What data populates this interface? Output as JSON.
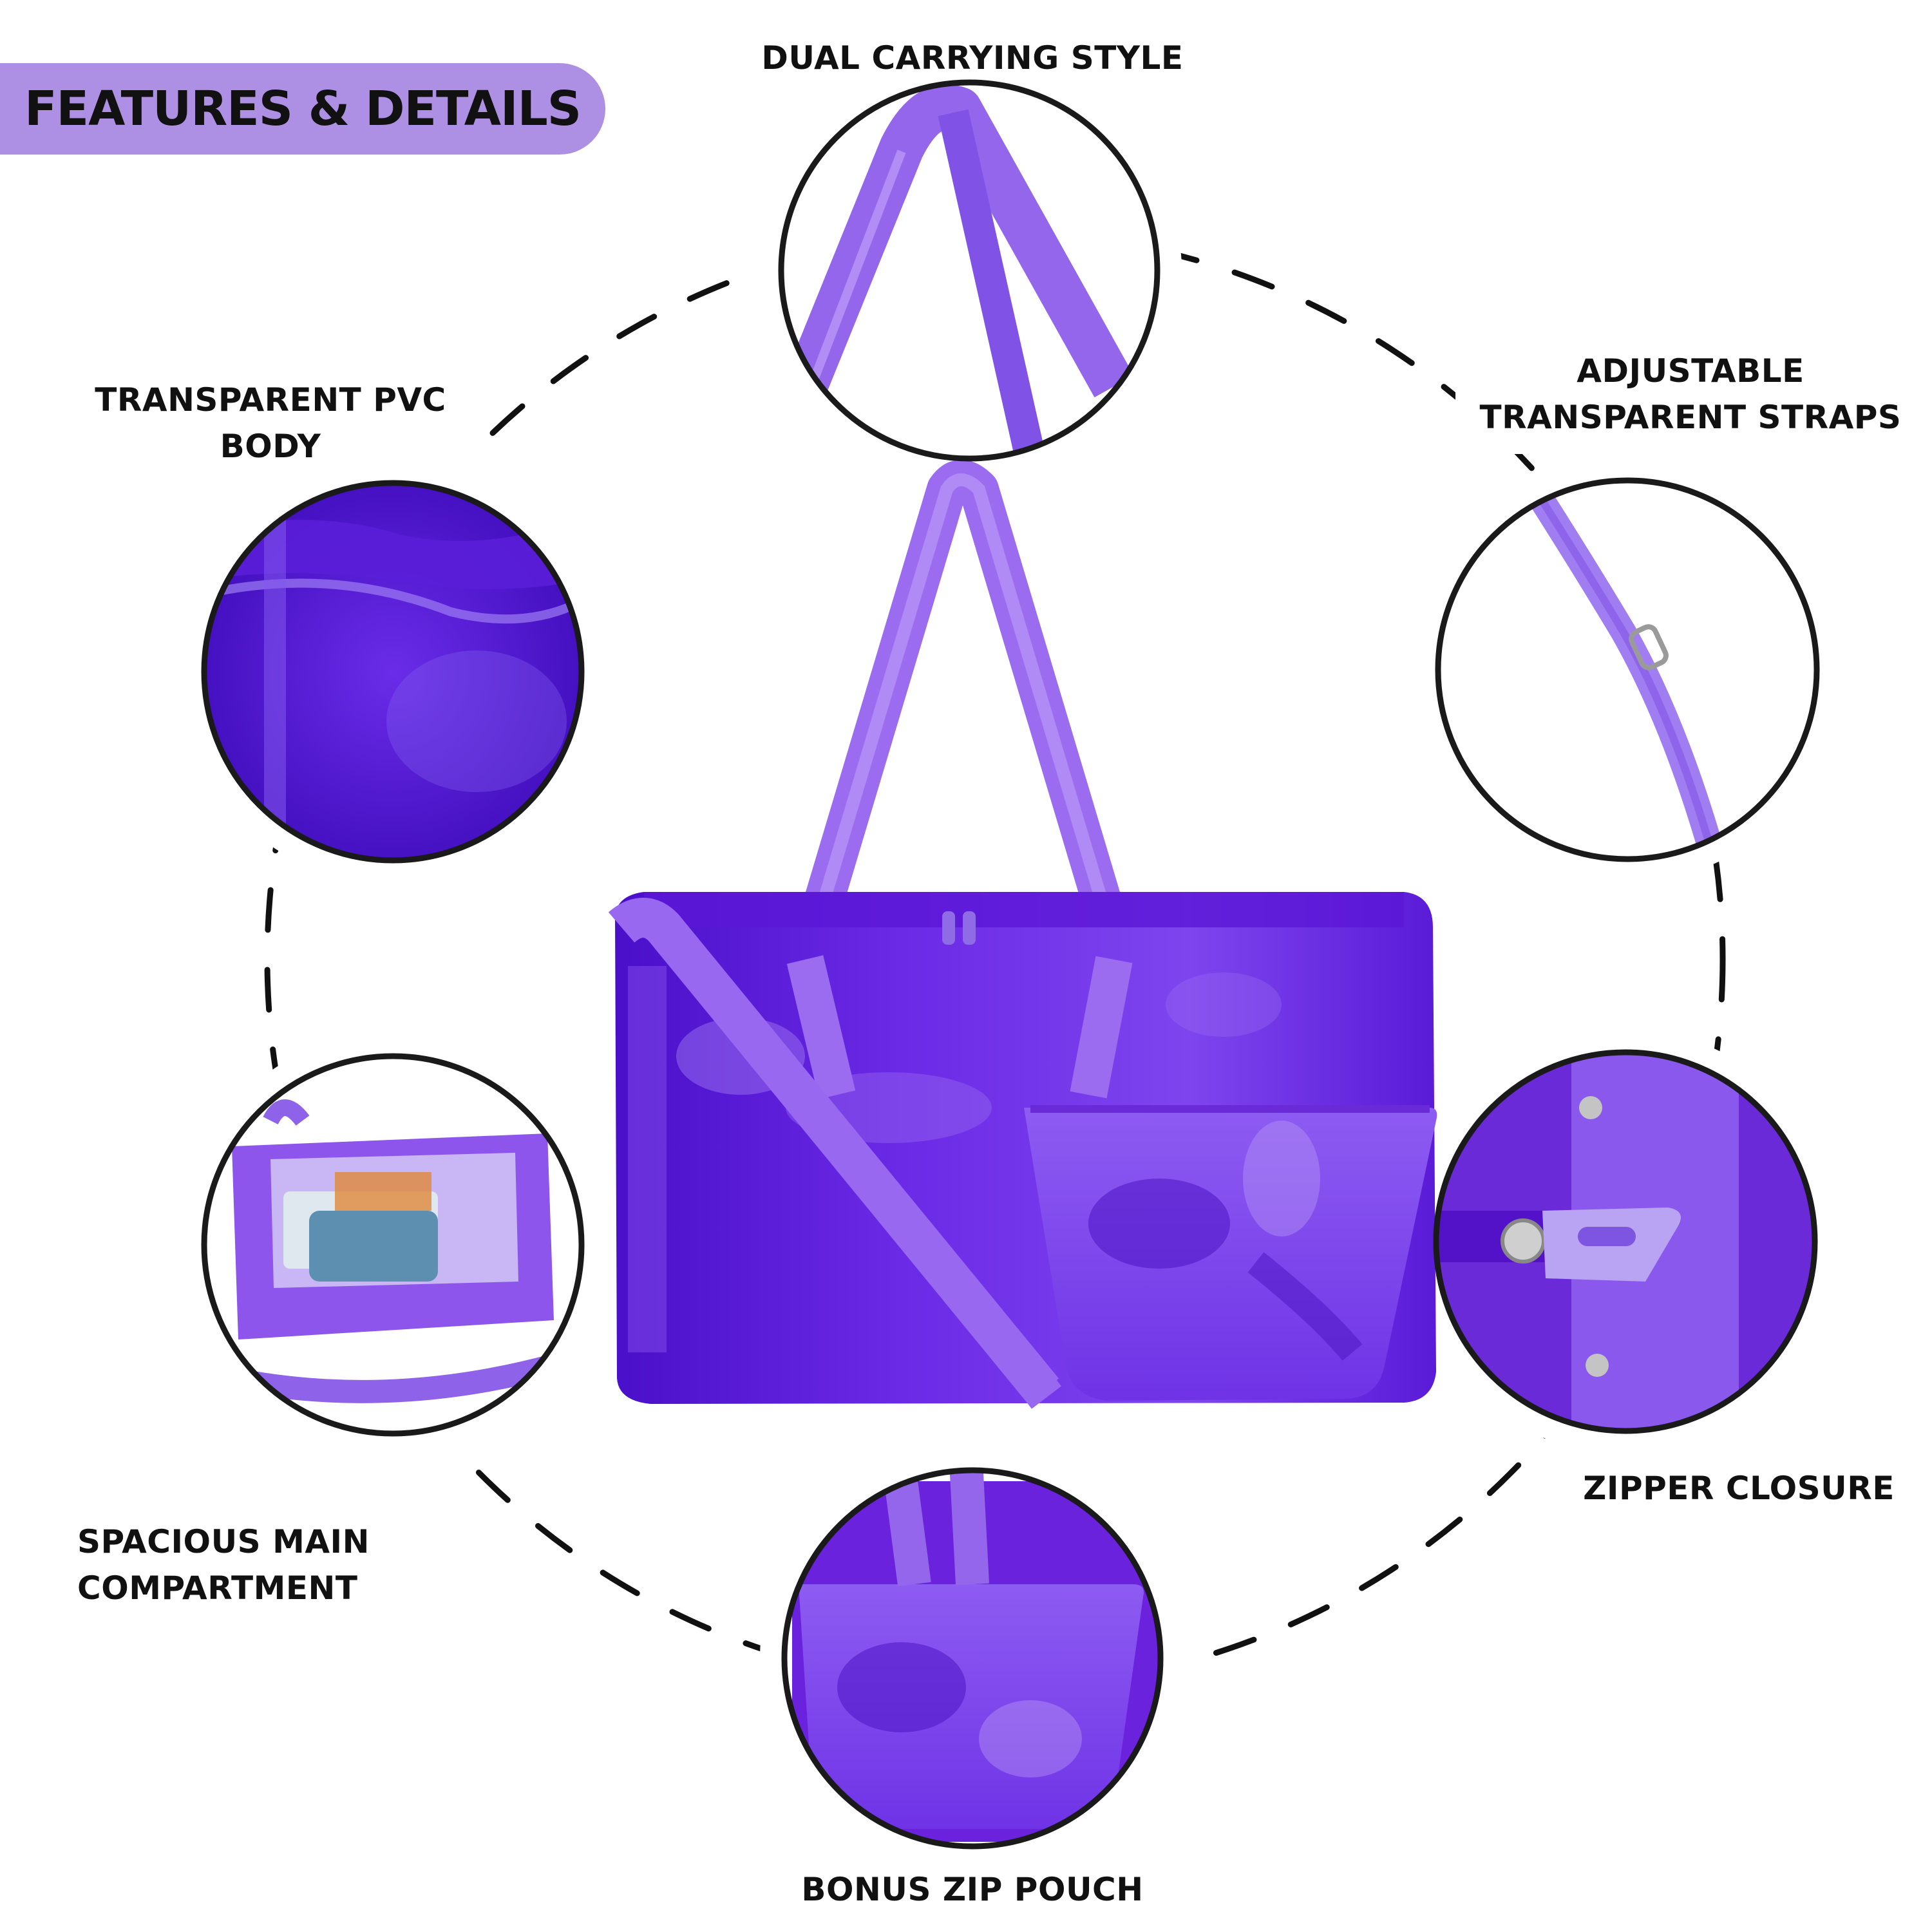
{
  "banner": {
    "title": "FEATURES & DETAILS"
  },
  "features": [
    {
      "id": "dual",
      "lines": [
        "DUAL CARRYING STYLE"
      ]
    },
    {
      "id": "pvc",
      "lines": [
        "TRANSPARENT PVC",
        "BODY"
      ]
    },
    {
      "id": "straps",
      "lines": [
        "ADJUSTABLE",
        "TRANSPARENT STRAPS"
      ]
    },
    {
      "id": "compartment",
      "lines": [
        "SPACIOUS MAIN",
        "COMPARTMENT"
      ]
    },
    {
      "id": "zipper",
      "lines": [
        "ZIPPER CLOSURE"
      ]
    },
    {
      "id": "pouch",
      "lines": [
        "BONUS ZIP POUCH"
      ]
    }
  ],
  "product": {
    "name": "purple transparent duffel bag"
  },
  "colors": {
    "banner": "#ad8fe3",
    "purple": "#6a1ee0",
    "strap": "#9b6cf0",
    "ring": "#111111"
  }
}
